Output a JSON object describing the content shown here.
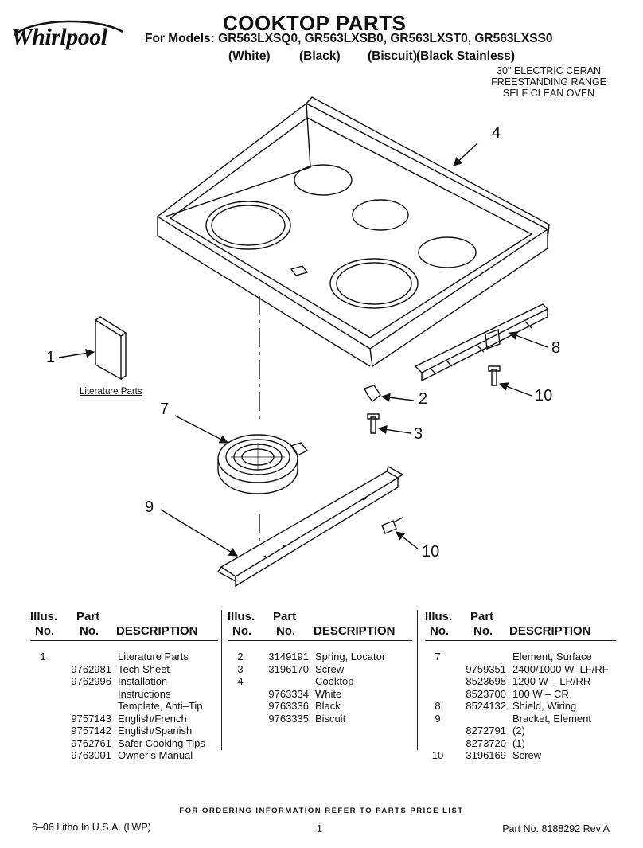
{
  "header": {
    "brand": "Whirlpool",
    "title": "COOKTOP PARTS",
    "models": "For Models: GR563LXSQ0, GR563LXSB0, GR563LXST0, GR563LXSS0",
    "finishes": [
      "(White)",
      "(Black)",
      "(Biscuit)",
      "(Black Stainless)"
    ],
    "subtitle": [
      "30\" ELECTRIC CERAN",
      "FREESTANDING RANGE",
      "SELF CLEAN OVEN"
    ]
  },
  "diagram": {
    "callouts": [
      "1",
      "2",
      "3",
      "4",
      "7",
      "8",
      "9",
      "10",
      "10"
    ],
    "literature_label": "Literature Parts"
  },
  "table": {
    "headers": {
      "illus_1": "Illus.",
      "illus_2": "No.",
      "part_1": "Part",
      "part_2": "No.",
      "desc": "DESCRIPTION"
    },
    "columns": [
      [
        {
          "illus": "1",
          "part": "",
          "desc": "Literature Parts"
        },
        {
          "illus": "",
          "part": "9762981",
          "desc": "Tech Sheet"
        },
        {
          "illus": "",
          "part": "9762996",
          "desc": "Installation"
        },
        {
          "illus": "",
          "part": "",
          "desc": "Instructions"
        },
        {
          "illus": "",
          "part": "",
          "desc": "Template, Anti–Tip"
        },
        {
          "illus": "",
          "part": "9757143",
          "desc": "English/French"
        },
        {
          "illus": "",
          "part": "9757142",
          "desc": "English/Spanish"
        },
        {
          "illus": "",
          "part": "9762761",
          "desc": "Safer Cooking Tips"
        },
        {
          "illus": "",
          "part": "9763001",
          "desc": "Owner’s Manual"
        }
      ],
      [
        {
          "illus": "2",
          "part": "3149191",
          "desc": "Spring, Locator"
        },
        {
          "illus": "3",
          "part": "3196170",
          "desc": "Screw"
        },
        {
          "illus": "4",
          "part": "",
          "desc": "Cooktop"
        },
        {
          "illus": "",
          "part": "9763334",
          "desc": "White"
        },
        {
          "illus": "",
          "part": "9763336",
          "desc": "Black"
        },
        {
          "illus": "",
          "part": "9763335",
          "desc": "Biscuit"
        }
      ],
      [
        {
          "illus": "7",
          "part": "",
          "desc": "Element, Surface"
        },
        {
          "illus": "",
          "part": "9759351",
          "desc": "2400/1000 W–LF/RF"
        },
        {
          "illus": "",
          "part": "8523698",
          "desc": "1200 W – LR/RR"
        },
        {
          "illus": "",
          "part": "8523700",
          "desc": "100 W – CR"
        },
        {
          "illus": "8",
          "part": "8524132",
          "desc": "Shield, Wiring"
        },
        {
          "illus": "9",
          "part": "",
          "desc": "Bracket, Element"
        },
        {
          "illus": "",
          "part": "8272791",
          "desc": "(2)"
        },
        {
          "illus": "",
          "part": "8273720",
          "desc": "(1)"
        },
        {
          "illus": "10",
          "part": "3196169",
          "desc": "Screw"
        }
      ]
    ]
  },
  "footer": {
    "note": "FOR ORDERING INFORMATION REFER TO PARTS PRICE LIST",
    "litho": "6–06 Litho In U.S.A. (LWP)",
    "page": "1",
    "part_no": "Part No. 8188292 Rev A"
  }
}
